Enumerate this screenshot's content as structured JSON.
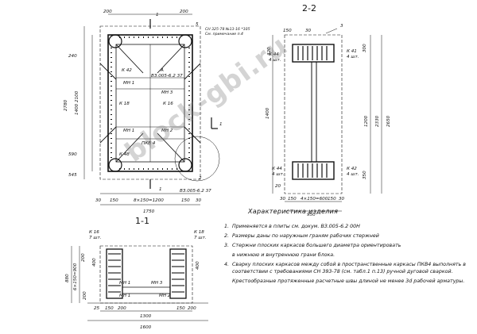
{
  "sheet": {
    "section_titles": {
      "s2": "2-2",
      "s1": "1-1"
    },
    "spec_title": "Характеристика изделия",
    "watermark": "block-gbi.ru"
  },
  "plan": {
    "top_dims": [
      "200",
      "1",
      "200",
      "5"
    ],
    "callouts": [
      "СН 325-78 №13-16 *105",
      "См. примечание п.4"
    ],
    "left_dims": [
      "240",
      "2780",
      "1400 2100",
      "590",
      "545"
    ],
    "bottom_dims": [
      "30",
      "150",
      "8×150=1200",
      "150",
      "30",
      "1750"
    ],
    "labels": [
      "К 42",
      "А",
      "ВЗ.005-6.2 37",
      "МН 1",
      "МН 3",
      "К 18",
      "К 16",
      "МН 1",
      "МН 2",
      "ПКВ 4",
      "К 48",
      "2",
      "ВЗ.005-6.2 37",
      "1",
      "1"
    ]
  },
  "section22": {
    "top_dims": [
      "150",
      "30",
      "3"
    ],
    "labels": [
      "К 44",
      "4 шт.",
      "К 41",
      "4 шт.",
      "К 44",
      "4 шт.",
      "К 42",
      "4 шт."
    ],
    "right_dims": [
      "300",
      "1200",
      "2330",
      "2650",
      "350"
    ],
    "left_dims": [
      "320",
      "1400",
      "20"
    ],
    "bottom_dims": [
      "30",
      "150",
      "4×150=600",
      "150",
      "30",
      "950"
    ]
  },
  "section11": {
    "labels": [
      "К 16",
      "7 шт.",
      "К 18",
      "7 шт.",
      "МН 1",
      "МН 3",
      "МН 1",
      "МН 2"
    ],
    "left_dims": [
      "200",
      "400",
      "6×150=900",
      "200",
      "880"
    ],
    "right_dims": [
      "400"
    ],
    "bottom_dims": [
      "25",
      "150",
      "200",
      "1300",
      "150",
      "200",
      "1600"
    ]
  },
  "notes": [
    {
      "num": "1.",
      "text": "Применяется                       в плиты см. докум. ВЗ.005-6.2 00Н"
    },
    {
      "num": "2.",
      "text": "Размеры даны по наружным граням рабочих стержней"
    },
    {
      "num": "3.",
      "text": "Стержни плоских каркасов большего диаметра ориентировать"
    },
    {
      "num": "",
      "text": "в нижнюю и внутреннюю грани блока."
    },
    {
      "num": "4.",
      "text": "Сварку плоских каркасов между собой в пространственные каркасы ПКВ4 выполнять в соответствии с требованиями СН 393-78 (см. табл.1 п.13) ручной дуговой сваркой."
    },
    {
      "num": "",
      "text": "Крестообразные протяженные расчетные швы длиной не менее 3d рабочей арматуры."
    }
  ]
}
